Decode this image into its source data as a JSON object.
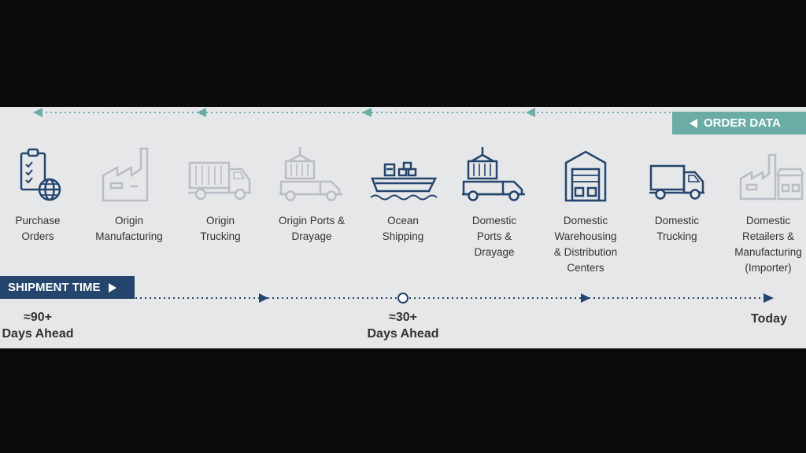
{
  "order_banner": {
    "label": "ORDER DATA",
    "color": "#6bada6"
  },
  "shipment_banner": {
    "label": "SHIPMENT TIME",
    "color": "#23456e"
  },
  "stages": [
    {
      "label": "Purchase\nOrders",
      "icon": "clipboard-globe-icon",
      "faded": false
    },
    {
      "label": "Origin\nManufacturing",
      "icon": "factory-icon",
      "faded": true
    },
    {
      "label": "Origin\nTrucking",
      "icon": "container-truck-icon",
      "faded": true
    },
    {
      "label": "Origin Ports &\nDrayage",
      "icon": "crane-truck-icon",
      "faded": true
    },
    {
      "label": "Ocean\nShipping",
      "icon": "cargo-ship-icon",
      "faded": false
    },
    {
      "label": "Domestic\nPorts &\nDrayage",
      "icon": "crane-truck-icon",
      "faded": false
    },
    {
      "label": "Domestic\nWarehousing\n& Distribution\nCenters",
      "icon": "warehouse-icon",
      "faded": false
    },
    {
      "label": "Domestic\nTrucking",
      "icon": "box-truck-icon",
      "faded": false
    },
    {
      "label": "Domestic\nRetailers &\nManufacturing\n(Importer)",
      "icon": "factory-store-icon",
      "faded": true
    }
  ],
  "timeline": {
    "start": {
      "line1": "≈90+",
      "line2": "Days Ahead"
    },
    "middle": {
      "line1": "≈30+",
      "line2": "Days Ahead"
    },
    "end": {
      "line1": "Today"
    }
  },
  "colors": {
    "navy": "#23456e",
    "teal": "#6bada6",
    "faded": "#b9bec6"
  }
}
